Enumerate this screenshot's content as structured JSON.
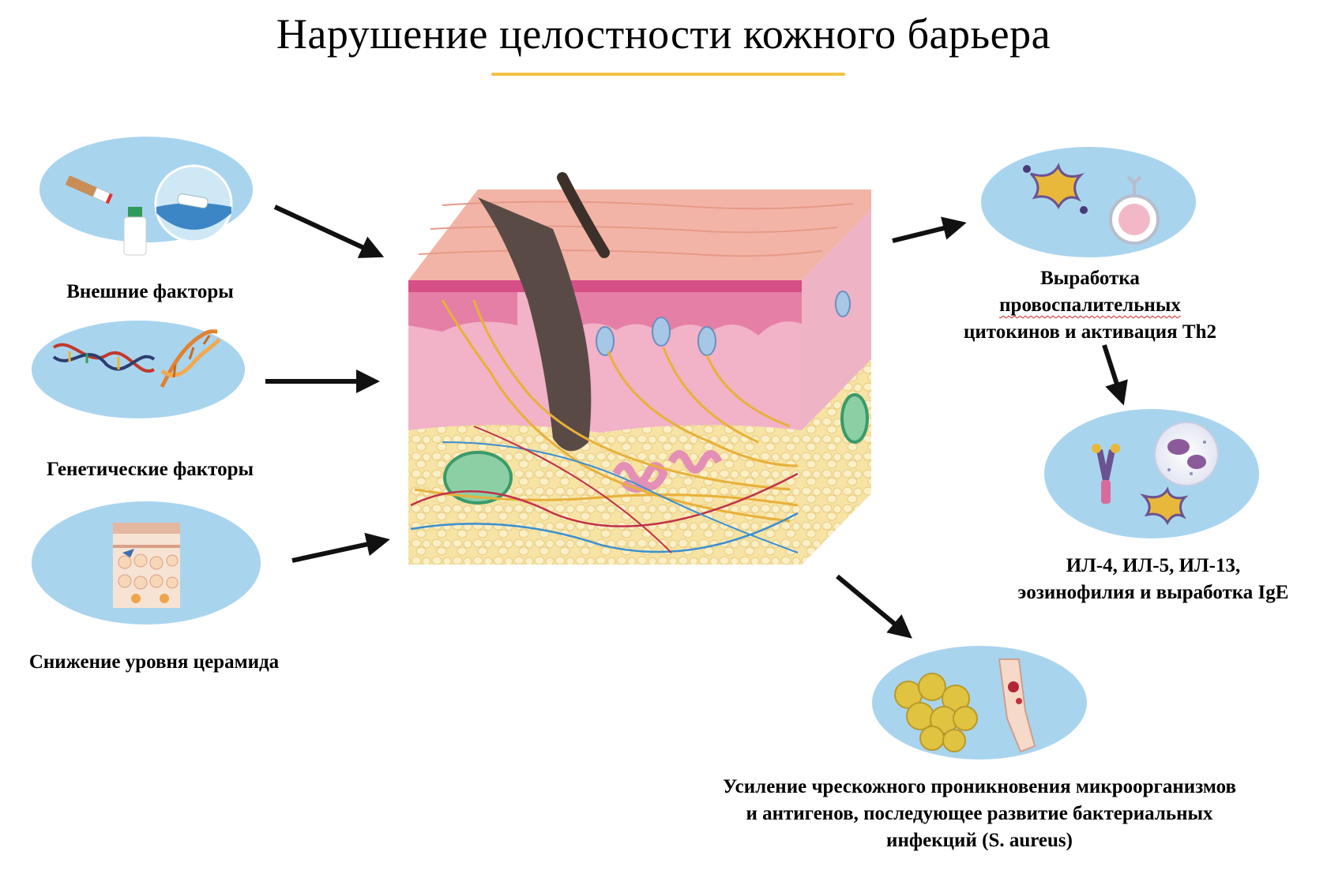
{
  "title": "Нарушение целостности кожного барьера",
  "colors": {
    "accent_underline": "#f5c242",
    "bubble_fill": "#a9d4ee",
    "arrow": "#111111",
    "spellcheck_underline": "#d42020"
  },
  "causes": [
    {
      "id": "external",
      "label": "Внешние факторы",
      "icons": [
        "cigarette-icon",
        "bottle-icon",
        "polluted-water-icon"
      ]
    },
    {
      "id": "genetic",
      "label": "Генетические факторы",
      "icons": [
        "dna-icon"
      ]
    },
    {
      "id": "ceramide",
      "label": "Снижение уровня церамида",
      "icons": [
        "skin-layers-icon"
      ]
    }
  ],
  "center": {
    "icons": [
      "skin-cross-section-icon",
      "hair-follicle-icon"
    ]
  },
  "effects": [
    {
      "id": "cytokines",
      "lines": [
        "Выработка",
        "провоспалительных",
        "цитокинов и активация Th2"
      ],
      "icons": [
        "cytokine-molecule-icon",
        "th2-cell-icon"
      ]
    },
    {
      "id": "il",
      "lines": [
        "ИЛ-4, ИЛ-5, ИЛ-13,",
        "эозинофилия и выработка IgE"
      ],
      "icons": [
        "antibody-icon",
        "eosinophil-icon",
        "cytokine-molecule-icon"
      ]
    },
    {
      "id": "infection",
      "lines": [
        "Усиление чрескожного проникновения микроорганизмов",
        "и антигенов, последующее развитие бактериальных",
        "инфекций (S. aureus)"
      ],
      "icons": [
        "staphylococcus-cluster-icon",
        "infected-arm-icon"
      ]
    }
  ]
}
